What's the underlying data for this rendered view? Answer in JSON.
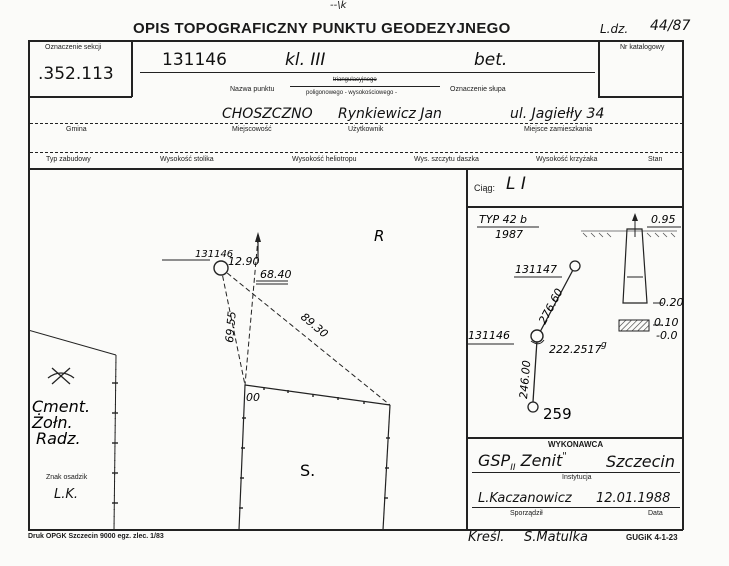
{
  "header": {
    "title": "OPIS TOPOGRAFICZNY PUNKTU GEODEZYJNEGO",
    "ldz_label": "L.dz.",
    "ldz_value": "44/87",
    "corner_mark": "--\\k"
  },
  "section": {
    "label": "Oznaczenie sekcji",
    "value": ".352.113"
  },
  "catalog": {
    "label": "Nr katalogowy",
    "value": ""
  },
  "point": {
    "number": "131146",
    "class": "kl. III",
    "post": "bet.",
    "name_label": "Nazwa punktu",
    "type_line1": "triangulacyjnego",
    "type_line2": "poligonowego - wysokościowego -",
    "post_label": "Oznaczenie słupa"
  },
  "row2": {
    "gmina": "",
    "miejscowosc": "CHOSZCZNO",
    "uzytkownik": "Rynkiewicz Jan",
    "miejsce": "ul. Jagiełły 34",
    "labels": {
      "gmina": "Gmina",
      "miejscowosc": "Miejscowość",
      "uzytkownik": "Użytkownik",
      "miejsce": "Miejsce zamieszkania"
    }
  },
  "row3": {
    "labels": [
      "Typ zabudowy",
      "Wysokość stolika",
      "Wysokość heliotropu",
      "Wys. szczytu daszka",
      "Wysokość krzyżaka",
      "Stan"
    ]
  },
  "sketch": {
    "point_label": "131146",
    "dist_north": "12.90",
    "dist_right": "68.40",
    "dist_left": "69.55",
    "dist_diag": "89.30",
    "r_label": "R",
    "corner_label": "00",
    "cemetery": [
      "Cment.",
      "Żołn.",
      "Radz."
    ],
    "s_label": "S."
  },
  "signature": {
    "label": "Znak osadzik",
    "value": "L.K."
  },
  "ciag": {
    "label": "Ciąg:",
    "value": "L I"
  },
  "typ": {
    "type": "TYP 42 b",
    "year": "1987",
    "depth_top": "0.95",
    "d1": "0.20",
    "d2": "0.10",
    "d3": "-0.0"
  },
  "traverse": {
    "p1": "131147",
    "p2": "131146",
    "p3": "259",
    "d12": "276.60",
    "angle": "222.2517",
    "angle_unit": "g",
    "d23": "246.00"
  },
  "executor": {
    "title": "WYKONAWCA",
    "name": "GSP",
    "name_sub": "II",
    "company": "Zenit",
    "quote": "\"",
    "city": "Szczecin",
    "institution_label": "Instytucja",
    "author": "L.Kaczanowicz",
    "date": "12.01.1988",
    "author_label": "Sporządził",
    "date_label": "Data"
  },
  "footer": {
    "print": "Druk OPGK Szczecin 9000 egz. zlec. 1/83",
    "drew_label": "Kreśl.",
    "drew_name": "S.Matulka",
    "form_code": "GUGiK 4-1-23"
  }
}
